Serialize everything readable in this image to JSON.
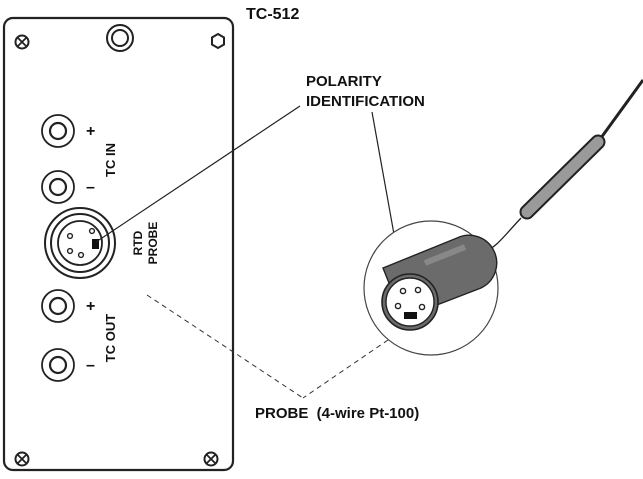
{
  "title": "TC-512",
  "labels": {
    "polarity_line1": "POLARITY",
    "polarity_line2": "IDENTIFICATION",
    "tc_in": "TC IN",
    "tc_out": "TC OUT",
    "rtd_line1": "RTD",
    "rtd_line2": "PROBE",
    "plus": "+",
    "minus": "–",
    "probe_caption": "PROBE  (4-wire Pt-100)"
  }
}
